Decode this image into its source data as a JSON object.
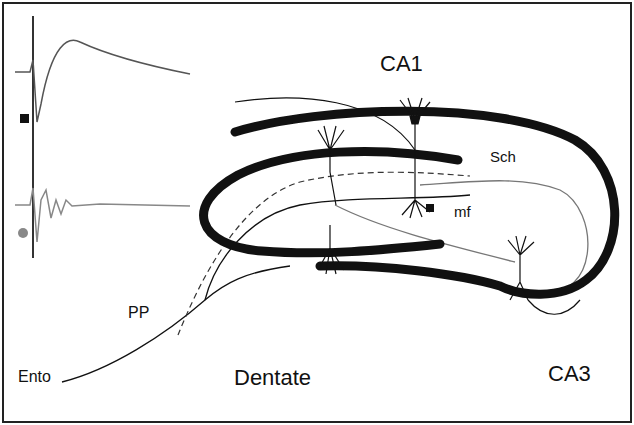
{
  "diagram": {
    "labels": [
      "CA1",
      "Sch",
      "mf",
      "PP",
      "Ento",
      "Dentate",
      "CA3"
    ]
  }
}
